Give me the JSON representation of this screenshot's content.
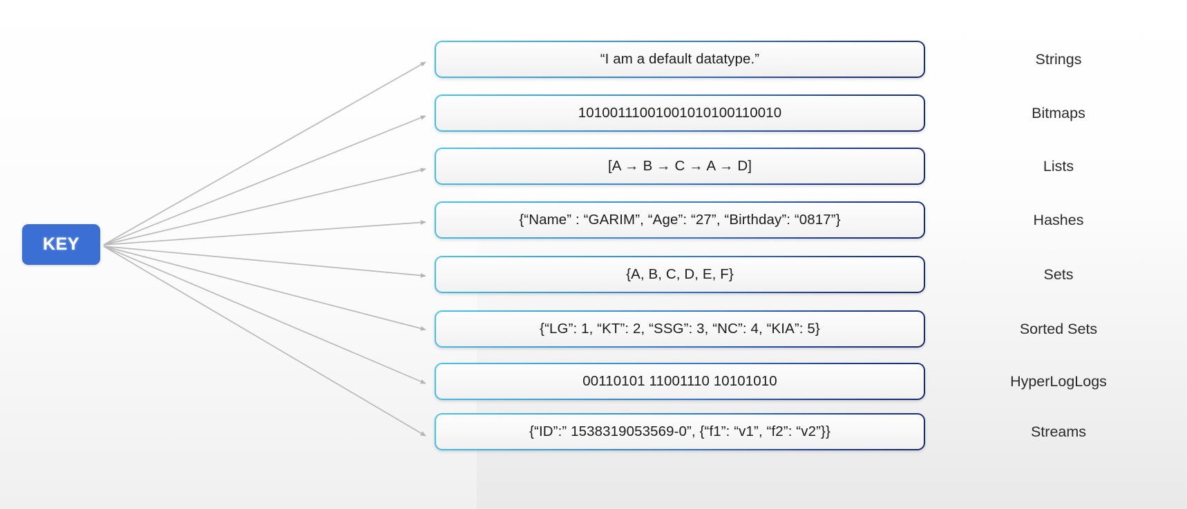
{
  "diagram": {
    "key_node": {
      "label": "KEY"
    },
    "accent_color": "#3b6fd4",
    "border_gradient_start": "#49c3e8",
    "border_gradient_end": "#16266b",
    "arrow_color": "#b0b0b0",
    "rows": [
      {
        "value": "“I am a default datatype.”",
        "label": "Strings"
      },
      {
        "value": "10100111001001010100110010",
        "label": "Bitmaps"
      },
      {
        "value": "[A → B → C → A → D]",
        "label": "Lists"
      },
      {
        "value": "{“Name” : “GARIM”, “Age”: “27”, “Birthday”: “0817”}",
        "label": "Hashes"
      },
      {
        "value": "{A, B, C, D, E, F}",
        "label": "Sets"
      },
      {
        "value": "{“LG”: 1, “KT”: 2, “SSG”: 3, “NC”: 4, “KIA”: 5}",
        "label": "Sorted Sets"
      },
      {
        "value": "00110101 11001110 10101010",
        "label": "HyperLogLogs"
      },
      {
        "value": "{“ID”:” 1538319053569-0”, {“f1”: “v1”, “f2”: “v2”}}",
        "label": "Streams"
      }
    ]
  }
}
